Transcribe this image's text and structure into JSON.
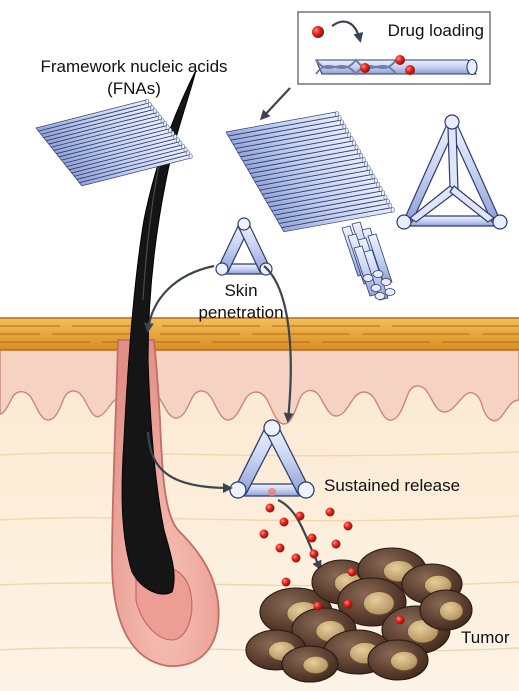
{
  "labels": {
    "fna_title_line1": "Framework nucleic acids",
    "fna_title_line2": "(FNAs)",
    "drug_loading": "Drug loading",
    "skin_penetration_line1": "Skin",
    "skin_penetration_line2": "penetration",
    "sustained_release": "Sustained release",
    "tumor": "Tumor"
  },
  "colors": {
    "dna_tube": "#c9d4f3",
    "dna_tube_edge": "#33406e",
    "stratum_corneum": "#e8a830",
    "epidermis": "#f5d3c3",
    "dermis": "#fbecd4",
    "hair": "#111111",
    "follicle": "#f1aaa0",
    "tumor_cell": "#5a4033",
    "tumor_nucleus": "#c8a978",
    "drug": "#e4201c",
    "arrow": "#3b4552"
  }
}
